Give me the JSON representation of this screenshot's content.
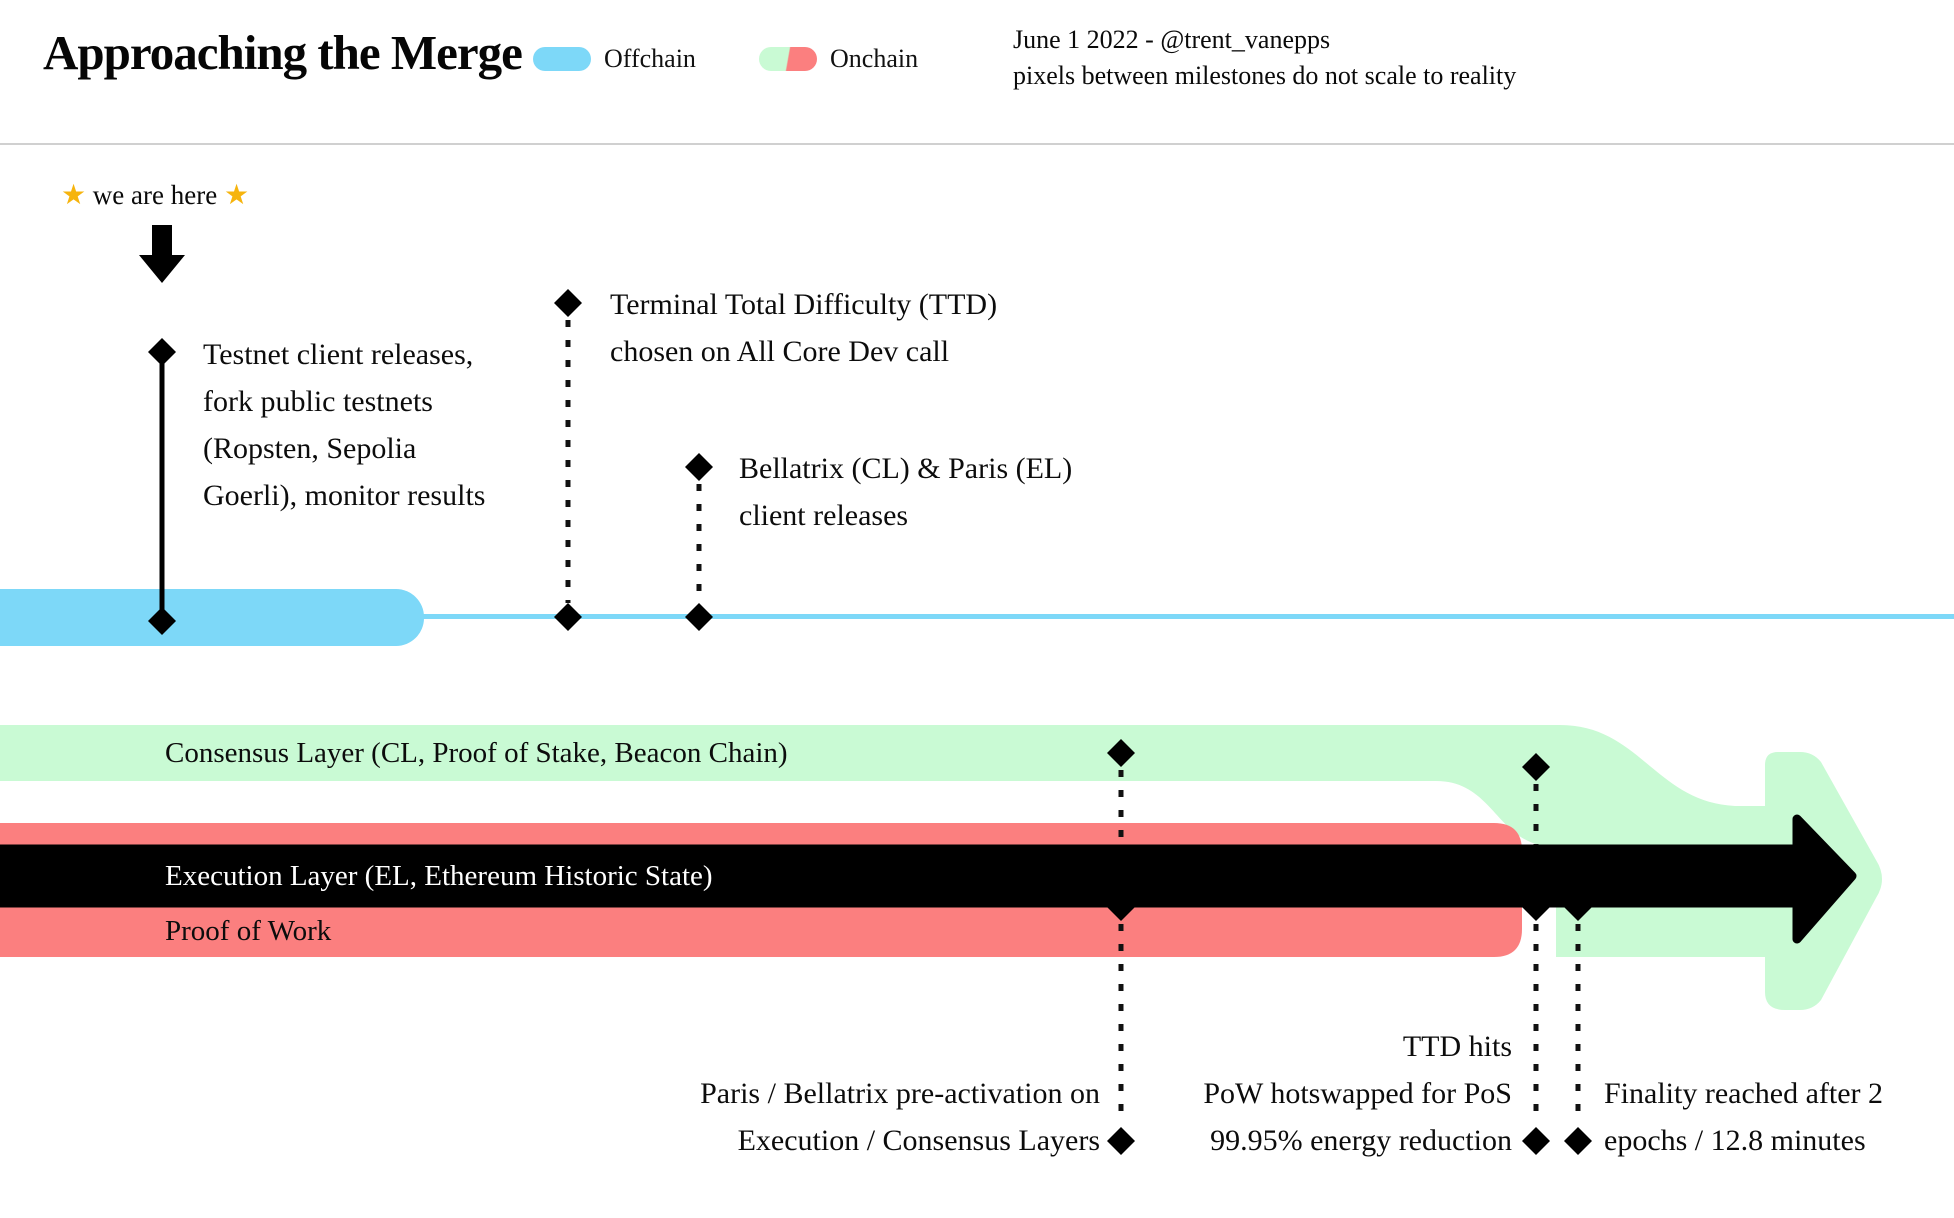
{
  "header": {
    "title": "Approaching the Merge",
    "legend": {
      "offchain_label": "Offchain",
      "onchain_label": "Onchain"
    },
    "credit_line1": "June 1 2022 - @trent_vanepps",
    "credit_line2": "pixels between milestones do not scale to reality"
  },
  "status": {
    "star": "★",
    "we_are_here": "we are here"
  },
  "milestones": {
    "testnet": {
      "lines": [
        "Testnet client releases,",
        "fork public testnets",
        "(Ropsten, Sepolia",
        "Goerli), monitor results"
      ]
    },
    "ttd_chosen": {
      "lines": [
        "Terminal Total Difficulty (TTD)",
        "chosen on All Core Dev call"
      ]
    },
    "bellatrix_paris": {
      "lines": [
        "Bellatrix (CL) & Paris (EL)",
        "client releases"
      ]
    },
    "paris_preactivation": {
      "lines": [
        "Paris / Bellatrix pre-activation on",
        "Execution / Consensus Layers"
      ]
    },
    "ttd_hits": {
      "lines": [
        "TTD hits",
        "PoW hotswapped for PoS",
        "99.95% energy reduction"
      ]
    },
    "finality": {
      "lines": [
        "Finality reached after 2",
        "epochs / 12.8 minutes"
      ]
    }
  },
  "bands": {
    "consensus_label": "Consensus Layer (CL, Proof of Stake, Beacon Chain)",
    "execution_label": "Execution Layer (EL, Ethereum Historic State)",
    "pow_label": "Proof of Work"
  },
  "colors": {
    "offchain_blue": "#7dd8f8",
    "onchain_green": "#c9fad4",
    "onchain_red": "#fb7f7f",
    "arrow_black": "#000000",
    "star_gold": "#f6b40e",
    "header_border": "#d0d0d0"
  }
}
